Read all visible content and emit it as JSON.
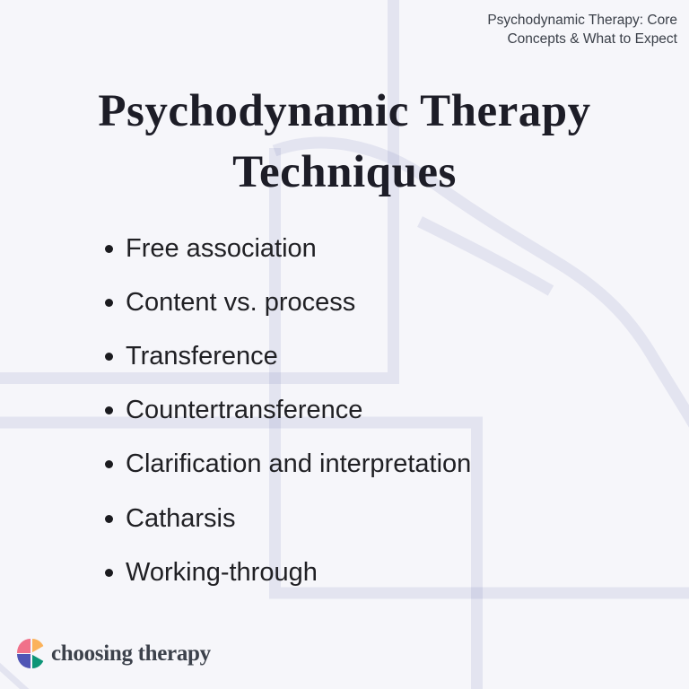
{
  "page": {
    "background": "#f6f6fa",
    "decor_line_color": "rgba(88,96,175,0.12)",
    "title_color": "#1d1d27",
    "body_text_color": "#202024"
  },
  "header_note": {
    "line1": "Psychodynamic Therapy: Core",
    "line2": "Concepts & What to Expect"
  },
  "title": {
    "line1": "Psychodynamic Therapy",
    "line2": "Techniques"
  },
  "techniques": [
    "Free association",
    "Content vs. process",
    "Transference",
    "Countertransference",
    "Clarification and interpretation",
    "Catharsis",
    "Working-through"
  ],
  "logo": {
    "text": "choosing therapy",
    "icon": "four-petal-flower-icon",
    "colors": {
      "pink": "#f0718a",
      "orange": "#fbb25b",
      "purple": "#4f55b5",
      "teal": "#0d9577"
    }
  }
}
